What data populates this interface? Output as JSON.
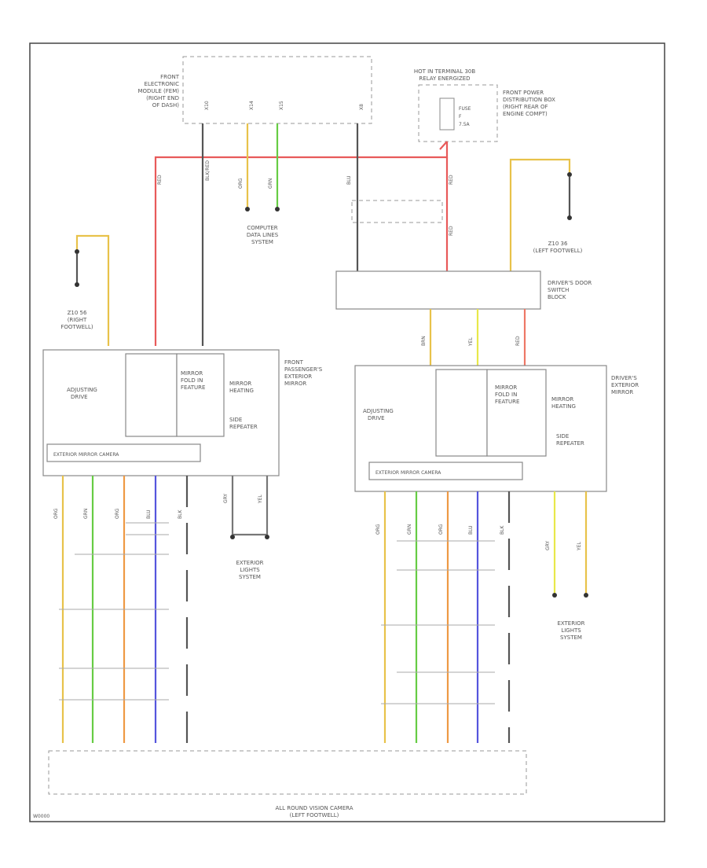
{
  "colors": {
    "red": "#e85a5a",
    "yellow": "#e8c24a",
    "green": "#66cc44",
    "orange": "#ee9944",
    "blue": "#5555dd",
    "pink": "#ee7766",
    "gray": "#777777"
  },
  "labels": {
    "front_electronic_module": [
      "FRONT",
      "ELECTRONIC",
      "MODULE (FEM)",
      "(RIGHT END",
      "OF DASH)"
    ],
    "hot_in_terminal": [
      "HOT IN TERMINAL 30B",
      "RELAY ENERGIZED"
    ],
    "front_power_dist": [
      "FRONT POWER",
      "DISTRIBUTION BOX",
      "(RIGHT REAR OF",
      "ENGINE COMPT)"
    ],
    "fuse": [
      "FUSE",
      "F",
      "7.5A"
    ],
    "computer_data_lines": [
      "COMPUTER",
      "DATA LINES",
      "SYSTEM"
    ],
    "z_left": [
      "Z10 36",
      "(LEFT FOOTWELL)"
    ],
    "z_right": [
      "Z10 56",
      "(RIGHT",
      "FOOTWELL)"
    ],
    "drivers_door_switch": [
      "DRIVER'S DOOR",
      "SWITCH",
      "BLOCK"
    ],
    "front_pass_mirror": [
      "FRONT",
      "PASSENGER'S",
      "EXTERIOR",
      "MIRROR"
    ],
    "drivers_mirror": [
      "DRIVER'S",
      "EXTERIOR",
      "MIRROR"
    ],
    "adjusting_drive": [
      "ADJUSTING",
      "DRIVE"
    ],
    "mirror_fold_in": [
      "MIRROR",
      "FOLD IN",
      "FEATURE"
    ],
    "mirror_heating": [
      "MIRROR",
      "HEATING"
    ],
    "side_repeater": [
      "SIDE",
      "REPEATER"
    ],
    "exterior_mirror_camera": "EXTERIOR MIRROR CAMERA",
    "exterior_lights_left": [
      "EXTERIOR",
      "LIGHTS",
      "SYSTEM"
    ],
    "exterior_lights_right": [
      "EXTERIOR",
      "LIGHTS",
      "SYSTEM"
    ],
    "all_round_camera": [
      "ALL ROUND VISION CAMERA",
      "(LEFT FOOTWELL)"
    ],
    "figure_id": "W0000"
  },
  "wire_labels": {
    "fem_pins": [
      "X10",
      "X14",
      "X15",
      "X8"
    ],
    "can_wires": [
      "ORG",
      "GRN"
    ],
    "left_feed": [
      "RED",
      "BLK/RED"
    ],
    "right_feed": [
      "BLU",
      "RED",
      "RED"
    ],
    "door_out": [
      "BRN",
      "YEL",
      "RED"
    ],
    "camera_wires": [
      "ORG",
      "GRN",
      "ORG",
      "BLU",
      "BLK"
    ],
    "repeater_wires": [
      "GRY",
      "YEL"
    ]
  }
}
